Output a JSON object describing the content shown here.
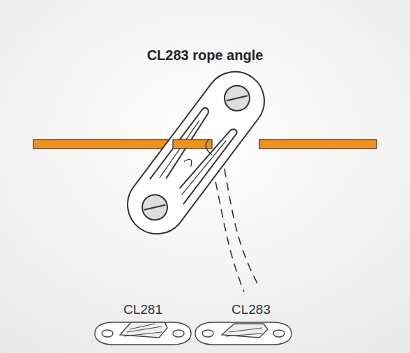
{
  "diagram": {
    "title": "CL283 rope angle",
    "labels": [
      "CL281",
      "CL283"
    ]
  }
}
